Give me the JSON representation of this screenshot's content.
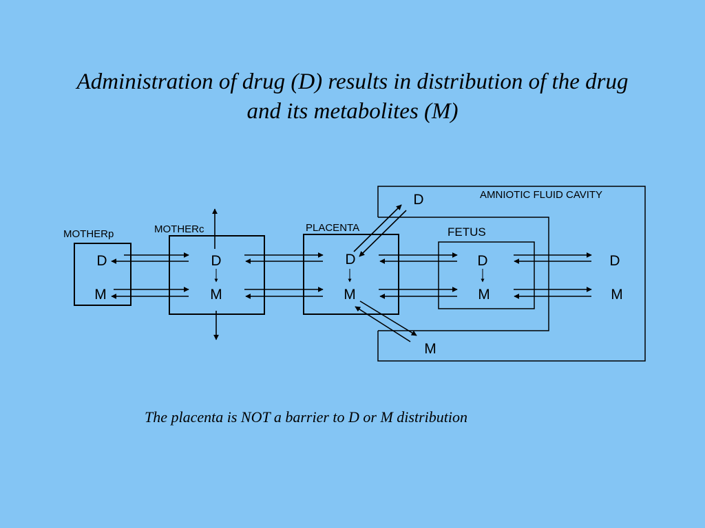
{
  "title": {
    "line1": "Administration of drug (D) results in distribution of the drug",
    "line2": "and its metabolites (M)"
  },
  "compartments": {
    "mother_p": "MOTHERp",
    "mother_c": "MOTHERc",
    "placenta": "PLACENTA",
    "fetus": "FETUS",
    "amniotic": "AMNIOTIC FLUID CAVITY"
  },
  "symbols": {
    "drug": "D",
    "metabolite": "M"
  },
  "caption": "The placenta is NOT a barrier to D or M distribution",
  "colors": {
    "background": "#84c5f4",
    "line": "#000000"
  }
}
